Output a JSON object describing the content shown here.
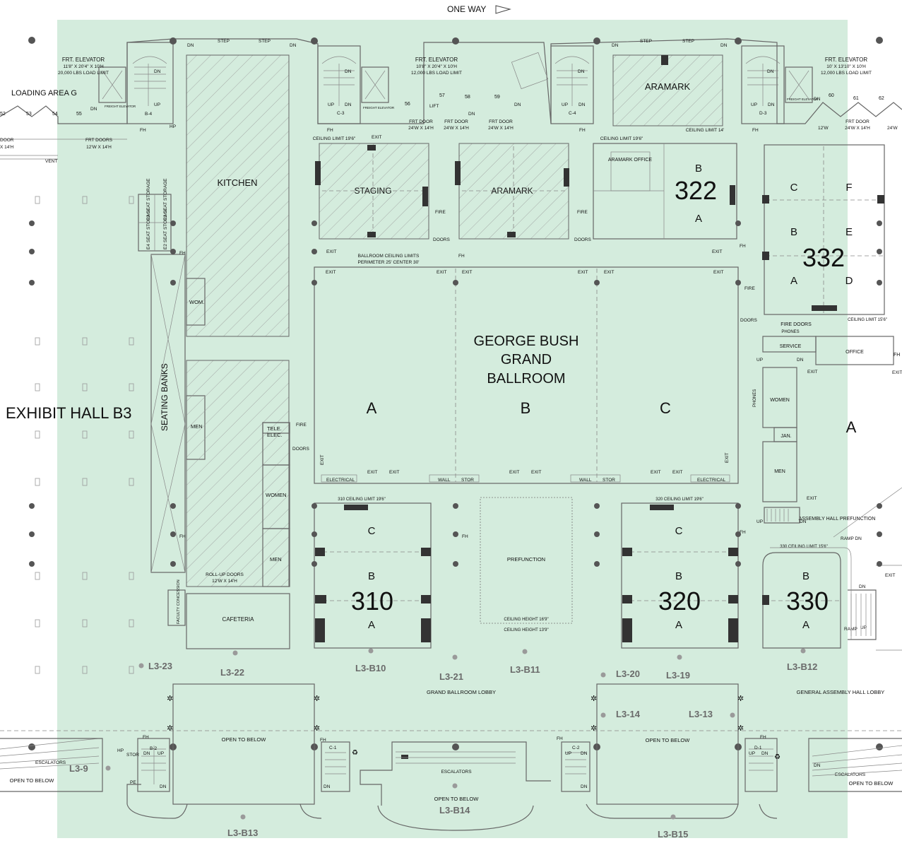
{
  "colors": {
    "highlight": "#d4ecdd",
    "walls": "#666666",
    "labels": "#111111",
    "location_markers": "#6a6a6a"
  },
  "top": {
    "one_way": "ONE WAY"
  },
  "elevators": [
    {
      "title": "FRT. ELEVATOR",
      "dims": "11'8\" X 20'4\" X 10'H",
      "limit": "20,000 LBS LOAD LIMIT"
    },
    {
      "title": "FRT. ELEVATOR",
      "dims": "10'8\" X 20'4\" X 10'H",
      "limit": "12,000 LBS LOAD LIMIT"
    },
    {
      "title": "FRT. ELEVATOR",
      "dims": "10' X 13'10\" X 10'H",
      "limit": "12,000 LBS LOAD LIMIT"
    }
  ],
  "loading": {
    "label": "LOADING AREA G",
    "docks": [
      "52",
      "53",
      "54",
      "55",
      "56",
      "57",
      "58",
      "59",
      "60",
      "61",
      "62"
    ]
  },
  "doors": {
    "frt_door": "FRT DOOR",
    "frt_door_size": "24'W X 14'H",
    "frt_doors_left": "FRT DOORS",
    "frt_doors_left_size": "12'W X 14'H",
    "door_left_fragment": "DOOR",
    "door_left_fragment_size": "X 14'H",
    "vent": "VENT",
    "frt_door_right_size": "24'W X 14'H",
    "frt_door_right_cut": "FRT",
    "frt_door_right_cut_size": "24'W",
    "w12": "12'W",
    "roll_up": "ROLL-UP DOORS",
    "roll_up_size": "12'W X 14'H",
    "fire": "FIRE",
    "doors": "DOORS",
    "fire_doors": "FIRE DOORS"
  },
  "stairs": {
    "dn": "DN",
    "up": "UP",
    "step": "STEP",
    "lift": "LIFT",
    "fh": "FH",
    "hp": "HP",
    "freight_elevator": "FREIGHT ELEVATOR",
    "cores": [
      "B-4",
      "C-3",
      "C-4",
      "D-3",
      "B-2",
      "C-1",
      "C-2",
      "D-1"
    ],
    "stor": "STOR",
    "pe": "PE"
  },
  "rooms": {
    "kitchen": "KITCHEN",
    "staging": "STAGING",
    "aramark": "ARAMARK",
    "aramark_office": "ARAMARK OFFICE",
    "seat_storage": [
      "E3 SEAT STORAGE",
      "E1 SEAT STORAGE",
      "E4 SEAT STORAGE",
      "E2 SEAT STORAGE"
    ],
    "seating_banks": "SEATING BANKS",
    "exhibit_hall": "EXHIBIT HALL B3",
    "wom": "WOM.",
    "men": "MEN",
    "women": "WOMEN",
    "tele": "TELE.",
    "elec": "ELEC.",
    "cafeteria": "CAFETERIA",
    "faculty_concession": "FACULTY CONCESSION",
    "service": "SERVICE",
    "office": "OFFICE",
    "phones": "PHONES",
    "jan": "JAN.",
    "assembly_hall_prefunction": "ASSEMBLY HALL PREFUNCTION",
    "ramp_dn": "RAMP DN",
    "ramp": "RAMP",
    "exit": "EXIT",
    "electrical": "ELECTRICAL",
    "wall": "WALL",
    "stor": "STOR",
    "prefunction": "PREFUNCTION",
    "escalators": "ESCALATORS",
    "open_to_below": "OPEN TO BELOW"
  },
  "ceilings": {
    "c196": "CEILING LIMIT 19'6\"",
    "c14": "CEILING LIMIT 14'",
    "c156": "CEILING LIMIT 15'6\"",
    "ballroom_1": "BALLROOM CEILING LIMITS",
    "ballroom_2": "PERIMETER 25' CENTER 30'",
    "r310": "310 CEILING LIMIT 19'6\"",
    "r320": "320 CEILING LIMIT 19'6\"",
    "r330": "330 CEILING LIMIT 15'6\"",
    "pre_169": "CEILING HEIGHT 16'9\"",
    "pre_139": "CEILING HEIGHT 13'9\""
  },
  "ballroom": {
    "line1": "GEORGE BUSH",
    "line2": "GRAND",
    "line3": "BALLROOM",
    "sections": [
      "A",
      "B",
      "C"
    ]
  },
  "meeting_rooms": {
    "r322": {
      "number": "322",
      "subs": [
        "B",
        "A"
      ]
    },
    "r332": {
      "number": "332",
      "subs": [
        "C",
        "F",
        "B",
        "E",
        "A",
        "D"
      ]
    },
    "r310": {
      "number": "310",
      "subs": [
        "C",
        "B",
        "A"
      ]
    },
    "r320": {
      "number": "320",
      "subs": [
        "C",
        "B",
        "A"
      ]
    },
    "r330": {
      "number": "330",
      "subs": [
        "B",
        "A"
      ]
    },
    "hall_a": "A"
  },
  "lobbies": {
    "grand": "GRAND BALLROOM LOBBY",
    "general": "GENERAL ASSEMBLY HALL LOBBY"
  },
  "locations": [
    "L3-23",
    "L3-22",
    "L3-B10",
    "L3-21",
    "L3-B11",
    "L3-20",
    "L3-19",
    "L3-B12",
    "L3-14",
    "L3-13",
    "L3-9",
    "L3-B13",
    "L3-B14",
    "L3-B15"
  ]
}
